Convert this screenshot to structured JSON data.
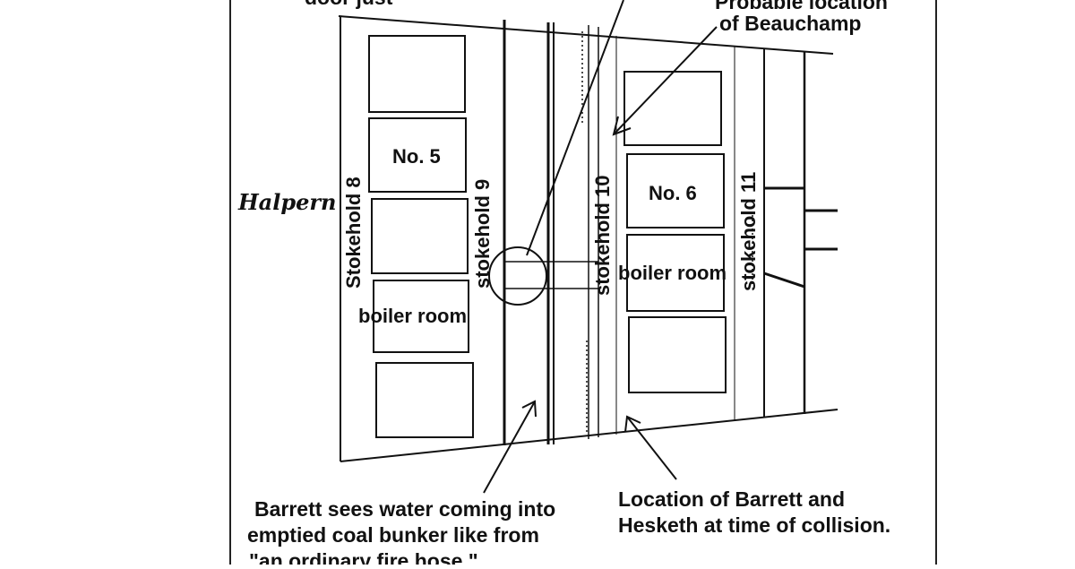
{
  "labels": {
    "no5": "No. 5",
    "no6": "No. 6",
    "boiler_room_left": "boiler room",
    "boiler_room_right": "boiler room",
    "stokehold_8": "Stokehold 8",
    "stokehold_9": "stokehold 9",
    "stokehold_10": "stokehold 10",
    "stokehold_11": "stokehold 11"
  },
  "captions": {
    "top_left_partial": "door just",
    "probable_line1": "Probable location",
    "probable_line2": "of Beauchamp",
    "barrett_water_line1": "Barrett sees water coming into",
    "barrett_water_line2": "emptied coal bunker like from",
    "barrett_water_line3": "\"an ordinary fire hose.\"",
    "location_line1": "Location of Barrett and",
    "location_line2": "Hesketh at time of collision."
  },
  "signature": "Halpern"
}
